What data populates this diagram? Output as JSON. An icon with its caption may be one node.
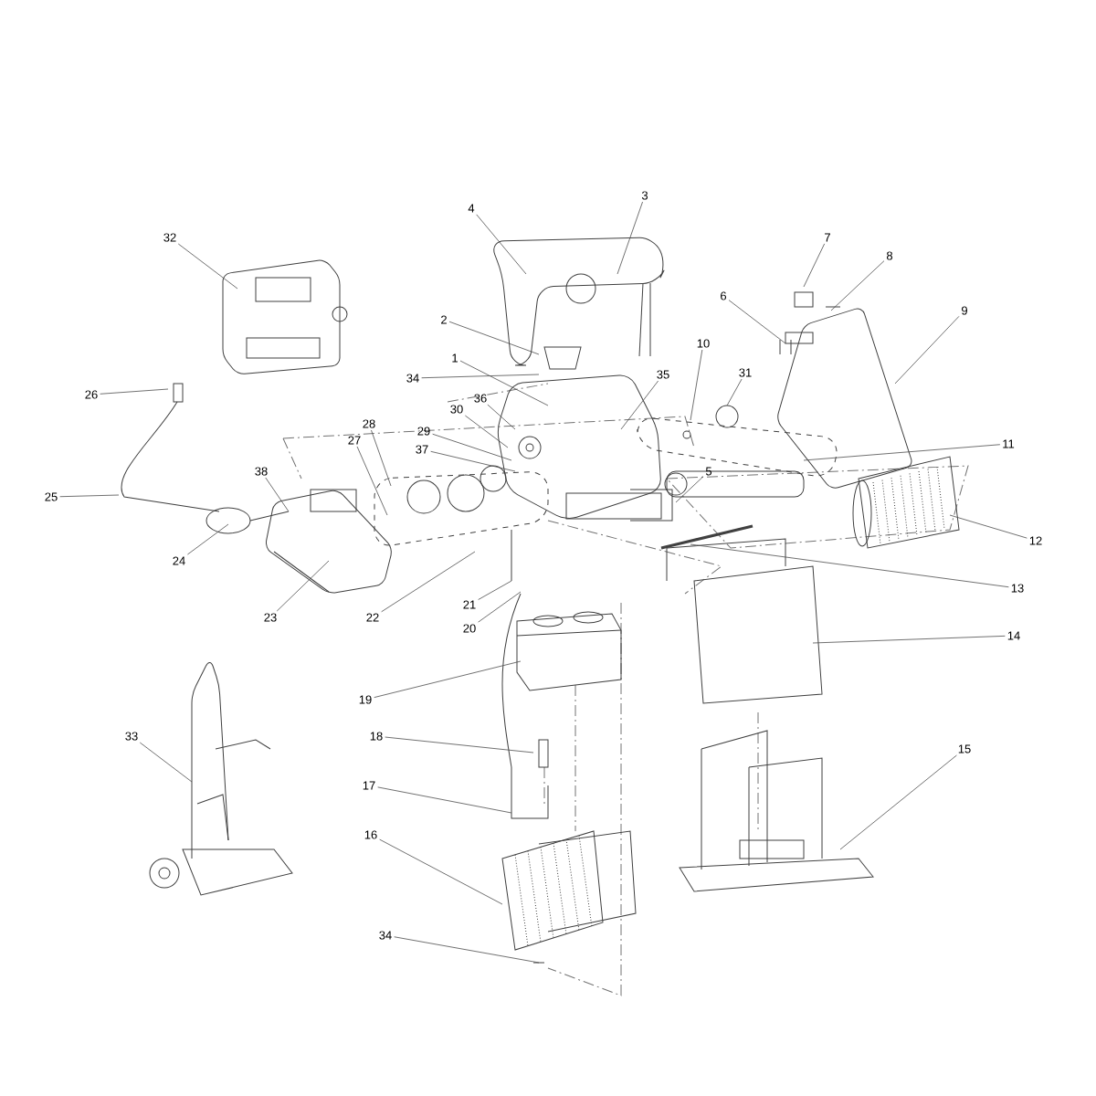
{
  "diagram": {
    "nodes": [
      {
        "text": [
          "3"
        ]
      },
      {
        "text": [
          "4"
        ]
      },
      {
        "text": [
          "7"
        ]
      },
      {
        "text": [
          "8"
        ]
      },
      {
        "text": [
          "32"
        ]
      },
      {
        "text": [
          "6"
        ]
      },
      {
        "text": [
          "9"
        ]
      },
      {
        "text": [
          "10"
        ]
      },
      {
        "text": [
          "2"
        ]
      },
      {
        "text": [
          "1"
        ]
      },
      {
        "text": [
          "34"
        ]
      },
      {
        "text": [
          "35"
        ]
      },
      {
        "text": [
          "31"
        ]
      },
      {
        "text": [
          "26"
        ]
      },
      {
        "text": [
          "36"
        ]
      },
      {
        "text": [
          "30"
        ]
      },
      {
        "text": [
          "29"
        ]
      },
      {
        "text": [
          "37"
        ]
      },
      {
        "text": [
          "28"
        ]
      },
      {
        "text": [
          "27"
        ]
      },
      {
        "text": [
          "11"
        ]
      },
      {
        "text": [
          "38"
        ]
      },
      {
        "text": [
          "5"
        ]
      },
      {
        "text": [
          "25"
        ]
      },
      {
        "text": [
          "12"
        ]
      },
      {
        "text": [
          "24"
        ]
      },
      {
        "text": [
          "13"
        ]
      },
      {
        "text": [
          "21"
        ]
      },
      {
        "text": [
          "22"
        ]
      },
      {
        "text": [
          "23"
        ]
      },
      {
        "text": [
          "20"
        ]
      },
      {
        "text": [
          "14"
        ]
      },
      {
        "text": [
          "19"
        ]
      },
      {
        "text": [
          "33"
        ]
      },
      {
        "text": [
          "18"
        ]
      },
      {
        "text": [
          "15"
        ]
      },
      {
        "text": [
          "17"
        ]
      },
      {
        "text": [
          "16"
        ]
      },
      {
        "text": [
          "34"
        ]
      }
    ],
    "edges": [
      {
        "from": 0,
        "to": null,
        "arrow": "none"
      },
      {
        "from": 1,
        "to": null,
        "arrow": "none"
      },
      {
        "from": 2,
        "to": null,
        "arrow": "none"
      },
      {
        "from": 3,
        "to": null,
        "arrow": "none"
      },
      {
        "from": 4,
        "to": null,
        "arrow": "none"
      },
      {
        "from": 5,
        "to": null,
        "arrow": "none"
      },
      {
        "from": 6,
        "to": null,
        "arrow": "none"
      },
      {
        "from": 7,
        "to": null,
        "arrow": "none"
      },
      {
        "from": 8,
        "to": null,
        "arrow": "none"
      },
      {
        "from": 9,
        "to": null,
        "arrow": "none"
      },
      {
        "from": 10,
        "to": null,
        "arrow": "none"
      },
      {
        "from": 11,
        "to": null,
        "arrow": "none"
      },
      {
        "from": 12,
        "to": null,
        "arrow": "none"
      },
      {
        "from": 13,
        "to": null,
        "arrow": "none"
      },
      {
        "from": 14,
        "to": null,
        "arrow": "none"
      },
      {
        "from": 15,
        "to": null,
        "arrow": "none"
      },
      {
        "from": 16,
        "to": null,
        "arrow": "none"
      },
      {
        "from": 17,
        "to": null,
        "arrow": "none"
      },
      {
        "from": 18,
        "to": null,
        "arrow": "none"
      },
      {
        "from": 19,
        "to": null,
        "arrow": "none"
      },
      {
        "from": 20,
        "to": null,
        "arrow": "none"
      },
      {
        "from": 21,
        "to": null,
        "arrow": "none"
      },
      {
        "from": 22,
        "to": null,
        "arrow": "none"
      },
      {
        "from": 23,
        "to": null,
        "arrow": "none"
      },
      {
        "from": 24,
        "to": null,
        "arrow": "none"
      },
      {
        "from": 25,
        "to": null,
        "arrow": "none"
      },
      {
        "from": 26,
        "to": null,
        "arrow": "none"
      },
      {
        "from": 27,
        "to": null,
        "arrow": "none"
      },
      {
        "from": 28,
        "to": null,
        "arrow": "none"
      },
      {
        "from": 29,
        "to": null,
        "arrow": "none"
      },
      {
        "from": 30,
        "to": null,
        "arrow": "none"
      },
      {
        "from": 31,
        "to": null,
        "arrow": "none"
      },
      {
        "from": 32,
        "to": null,
        "arrow": "none"
      },
      {
        "from": 33,
        "to": null,
        "arrow": "none"
      },
      {
        "from": 34,
        "to": null,
        "arrow": "none"
      },
      {
        "from": 35,
        "to": null,
        "arrow": "none"
      },
      {
        "from": 36,
        "to": null,
        "arrow": "none"
      },
      {
        "from": 37,
        "to": null,
        "arrow": "none"
      },
      {
        "from": 38,
        "to": null,
        "arrow": "none"
      }
    ]
  }
}
